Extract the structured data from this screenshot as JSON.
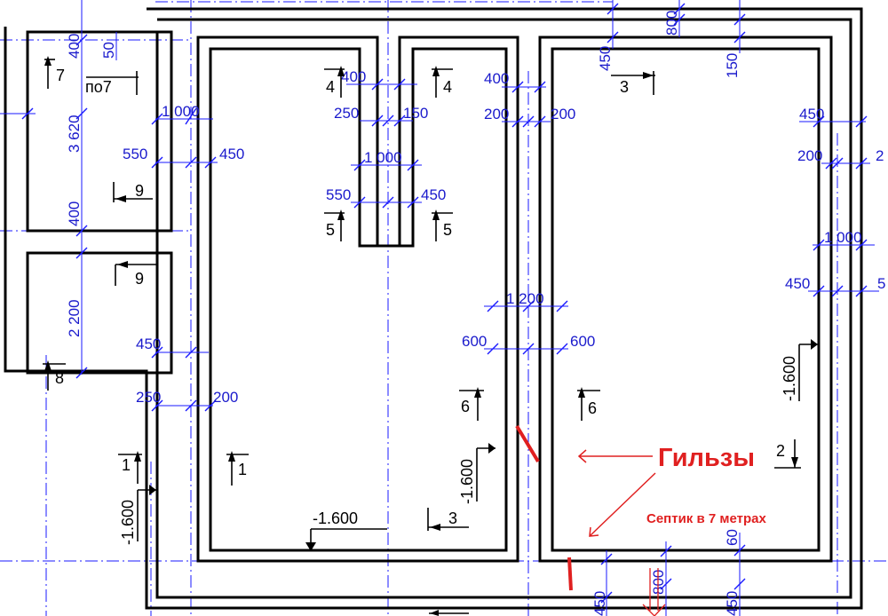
{
  "dimensions": {
    "d400_top_left": "400",
    "d50": "50",
    "d3620": "3 620",
    "d400_mid_left": "400",
    "d2200": "2 200",
    "d1000_a": "1 000",
    "d550_a": "550",
    "d450_a": "450",
    "d450_b": "450",
    "d250_a": "250",
    "d200_a": "200",
    "d400_channel": "400",
    "d250_b": "250",
    "d150_a": "150",
    "d1000_b": "1 000",
    "d550_b": "550",
    "d450_c": "450",
    "d400_mid": "400",
    "d200_b": "200",
    "d200_c": "200",
    "d1200": "1 200",
    "d600_a": "600",
    "d600_b": "600",
    "d450_top_right": "450",
    "d800_top": "800",
    "d150_right": "150",
    "d450_right": "450",
    "d200_right": "200",
    "d2_edge": "2",
    "d1000_right": "1 000",
    "d450_right_b": "450",
    "d5_edge": "5",
    "d450_bottom": "450",
    "d800_bottom": "800",
    "d60_bottom": "60",
    "d450_bottom_b": "450"
  },
  "levels": {
    "l1": "-1.600",
    "l2": "-1.600",
    "l3": "-1.600",
    "l4": "-1.600"
  },
  "section_marks": {
    "m7": "7",
    "m_po7": "по7",
    "m9a": "9",
    "m9b": "9",
    "m8": "8",
    "m4a": "4",
    "m4b": "4",
    "m5a": "5",
    "m5b": "5",
    "m3a": "3",
    "m3b": "3",
    "m6a": "6",
    "m6b": "6",
    "m1a": "1",
    "m1b": "1",
    "m2": "2"
  },
  "annotations": {
    "sleeves": "Гильзы",
    "septic": "Септик в 7 метрах",
    "red_color": "#e02020"
  }
}
